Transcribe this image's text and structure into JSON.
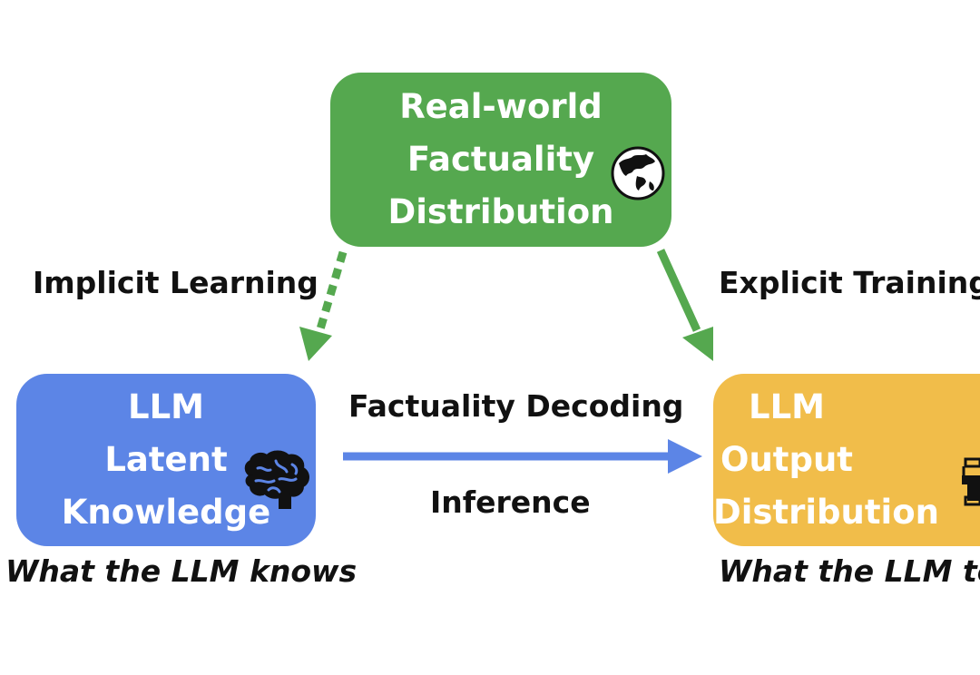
{
  "nodes": {
    "realworld": {
      "lines": [
        "Real-world",
        "Factuality",
        "Distribution"
      ],
      "color": "#55a84f",
      "icon": "globe-icon"
    },
    "latent": {
      "lines": [
        "LLM",
        "Latent",
        "Knowledge"
      ],
      "color": "#5c85e6",
      "icon": "brain-icon"
    },
    "output": {
      "lines": [
        "LLM",
        "Output",
        "Distribution"
      ],
      "color": "#f1bd4a",
      "icon": "robot-icon"
    }
  },
  "edges": {
    "implicit": {
      "label": "Implicit Learning",
      "style": "dashed",
      "color": "#55a84f"
    },
    "explicit": {
      "label": "Explicit Training",
      "style": "solid",
      "color": "#55a84f"
    },
    "decoding": {
      "label_top": "Factuality Decoding",
      "label_bottom": "Inference",
      "color": "#5c85e6"
    }
  },
  "captions": {
    "latent": "What the LLM knows",
    "output": "What the LLM te"
  }
}
